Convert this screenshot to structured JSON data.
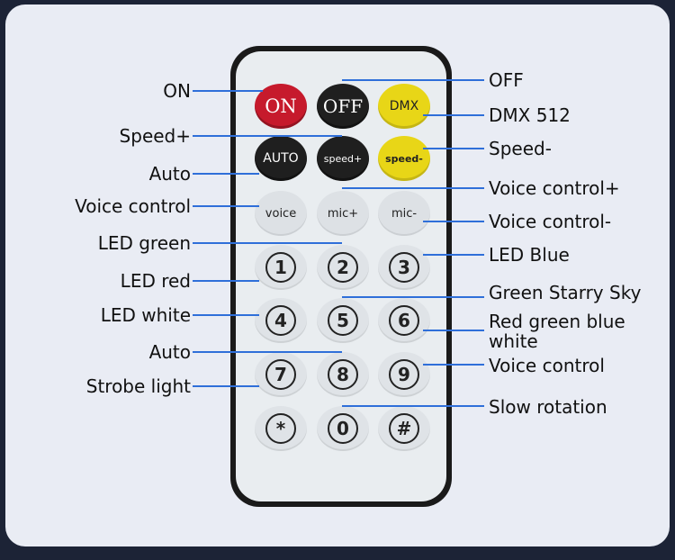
{
  "remote": {
    "buttons": {
      "on": "ON",
      "off": "OFF",
      "dmx": "DMX",
      "auto": "AUTO",
      "speed_plus": "speed+",
      "speed_minus": "speed-",
      "voice": "voice",
      "mic_plus": "mic+",
      "mic_minus": "mic-",
      "n1": "1",
      "n2": "2",
      "n3": "3",
      "n4": "4",
      "n5": "5",
      "n6": "6",
      "n7": "7",
      "n8": "8",
      "n9": "9",
      "star": "*",
      "zero": "0",
      "hash": "#"
    },
    "colors": {
      "on": "#c61a2c",
      "off": "#1f1f1f",
      "dmx": "#e8d617",
      "line": "#2f6fd9"
    }
  },
  "callouts": {
    "left": {
      "on": "ON",
      "speed_plus": "Speed+",
      "auto": "Auto",
      "voice_control": "Voice control",
      "led_green": "LED green",
      "led_red": "LED red",
      "led_white": "LED white",
      "auto2": "Auto",
      "strobe": "Strobe light"
    },
    "right": {
      "off": "OFF",
      "dmx512": "DMX 512",
      "speed_minus": "Speed-",
      "voice_plus": "Voice control+",
      "voice_minus": "Voice control-",
      "led_blue": "LED Blue",
      "green_starry": "Green Starry Sky",
      "rgbw_line1": "Red green blue",
      "rgbw_line2": "white",
      "voice_control": "Voice control",
      "slow_rotation": "Slow rotation"
    }
  }
}
